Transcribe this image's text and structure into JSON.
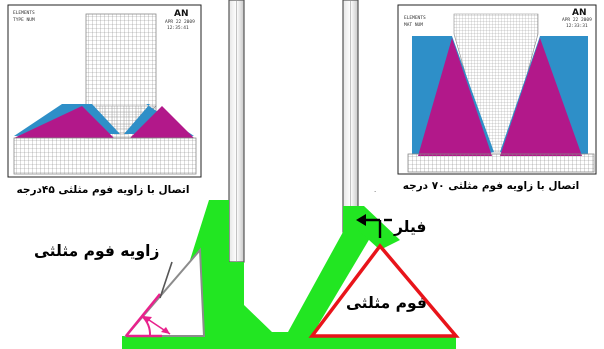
{
  "left_panel": {
    "caption": "اتصال با زاویه فوم مثلثی ۴۵درجه",
    "logo": "AN",
    "header_lines": [
      "ELEMENTS",
      "TYPE NUM"
    ],
    "date_lines": [
      "APR 22 2009",
      "12:35:41"
    ]
  },
  "right_panel": {
    "caption": "اتصال با زاویه فوم مثلثی ۷۰ درجه",
    "logo": "AN",
    "header_lines": [
      "ELEMENTS",
      "MAT NUM"
    ],
    "date_lines": [
      "APR 22 2009",
      "12:33:31"
    ]
  },
  "diagram": {
    "label_angle": "زاویه فوم مثلثی",
    "label_filler": "فیلر",
    "label_foam": "فوم مثلثی"
  },
  "colors": {
    "filler_green": "#22e622",
    "foam_outline_red": "#e8141a",
    "angle_magenta": "#e8228c",
    "mesh_magenta": "#b2188a",
    "mesh_blue": "#2e8fc8",
    "mesh_grid": "#8a8a8a"
  }
}
